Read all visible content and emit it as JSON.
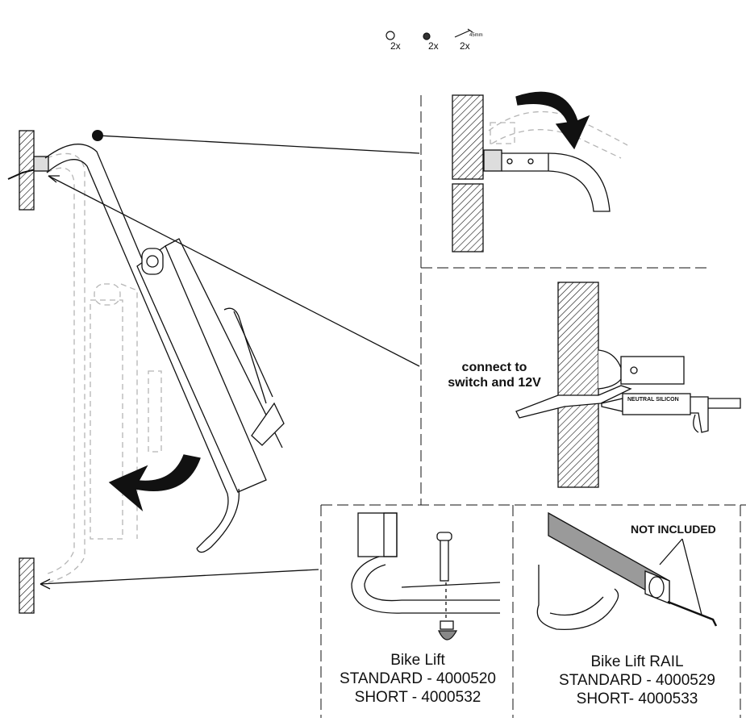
{
  "parts": {
    "nut_qty": "2x",
    "washer_qty": "2x",
    "bolt_qty": "2x",
    "bolt_length": "45mm"
  },
  "callouts": {
    "connect": "connect to\nswitch and 12V",
    "silicon": "NEUTRAL SILICON",
    "not_included": "NOT INCLUDED"
  },
  "captions": {
    "standard_kit": {
      "title": "Bike Lift",
      "line1": "STANDARD - 4000520",
      "line2": "SHORT - 4000532"
    },
    "rail_kit": {
      "title": "Bike Lift RAIL",
      "line1": "STANDARD - 4000529",
      "line2": "SHORT- 4000533"
    }
  },
  "colors": {
    "line": "#111111",
    "ghost": "#b5b5b5",
    "rail": "#9a9a9a"
  }
}
